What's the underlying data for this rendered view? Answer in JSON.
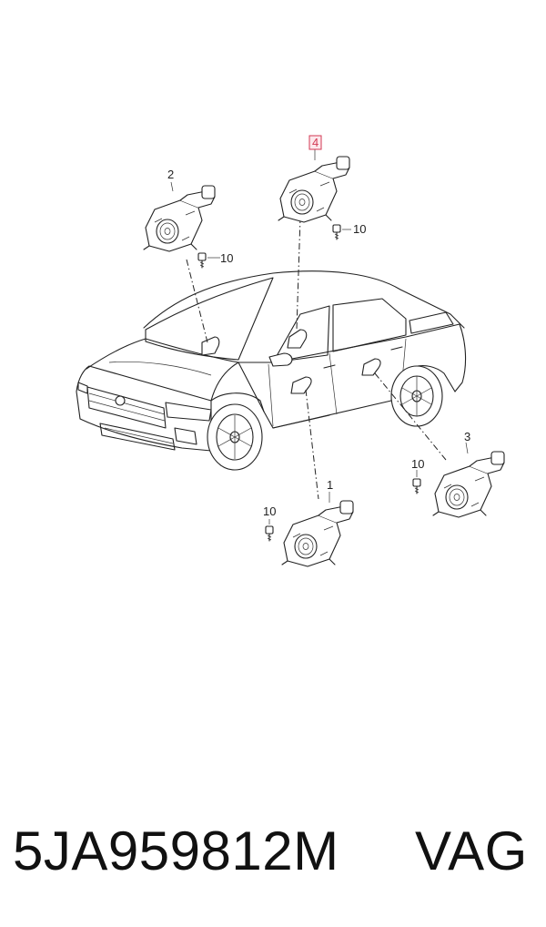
{
  "diagram": {
    "callouts": {
      "part_1": "1",
      "part_2": "2",
      "part_3": "3",
      "part_4": "4",
      "screw_a": "10",
      "screw_b": "10",
      "screw_c": "10",
      "screw_d": "10"
    },
    "highlighted_part": "4",
    "highlight_color": "#d33a55"
  },
  "footer": {
    "part_number": "5JA959812M",
    "brand": "VAG"
  }
}
